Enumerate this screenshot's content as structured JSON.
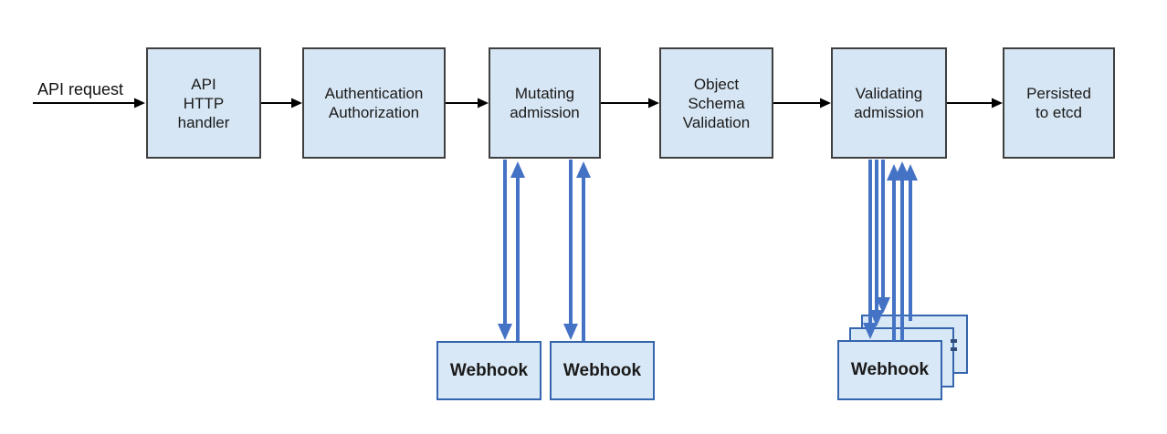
{
  "flow": {
    "input_label": "API request",
    "nodes": [
      {
        "id": "api-http-handler",
        "label": "API\nHTTP\nhandler"
      },
      {
        "id": "authentication-authorization",
        "label": "Authentication\nAuthorization"
      },
      {
        "id": "mutating-admission",
        "label": "Mutating\nadmission"
      },
      {
        "id": "object-schema-validation",
        "label": "Object\nSchema\nValidation"
      },
      {
        "id": "validating-admission",
        "label": "Validating\nadmission"
      },
      {
        "id": "persisted-to-etcd",
        "label": "Persisted\nto etcd"
      }
    ],
    "webhooks": {
      "mutating": [
        "Webhook",
        "Webhook"
      ],
      "validating_front_label": "Webhook",
      "validating_stack_count": 3
    },
    "edges": [
      {
        "from": "API request",
        "to": "API HTTP handler",
        "style": "black-arrow"
      },
      {
        "from": "API HTTP handler",
        "to": "Authentication Authorization",
        "style": "black-arrow"
      },
      {
        "from": "Authentication Authorization",
        "to": "Mutating admission",
        "style": "black-arrow"
      },
      {
        "from": "Mutating admission",
        "to": "Object Schema Validation",
        "style": "black-arrow"
      },
      {
        "from": "Object Schema Validation",
        "to": "Validating admission",
        "style": "black-arrow"
      },
      {
        "from": "Validating admission",
        "to": "Persisted to etcd",
        "style": "black-arrow"
      },
      {
        "from": "Mutating admission",
        "to": "Webhook (x2)",
        "style": "blue-bidirectional"
      },
      {
        "from": "Validating admission",
        "to": "Webhook (stacked x3)",
        "style": "blue-bidirectional-x3"
      }
    ],
    "colors": {
      "node_fill": "#d7e6f4",
      "node_border": "#3f3f3f",
      "webhook_fill": "#d9e8f6",
      "webhook_border": "#3565ad",
      "arrow_black": "#000000",
      "arrow_blue": "#4472c4"
    }
  }
}
